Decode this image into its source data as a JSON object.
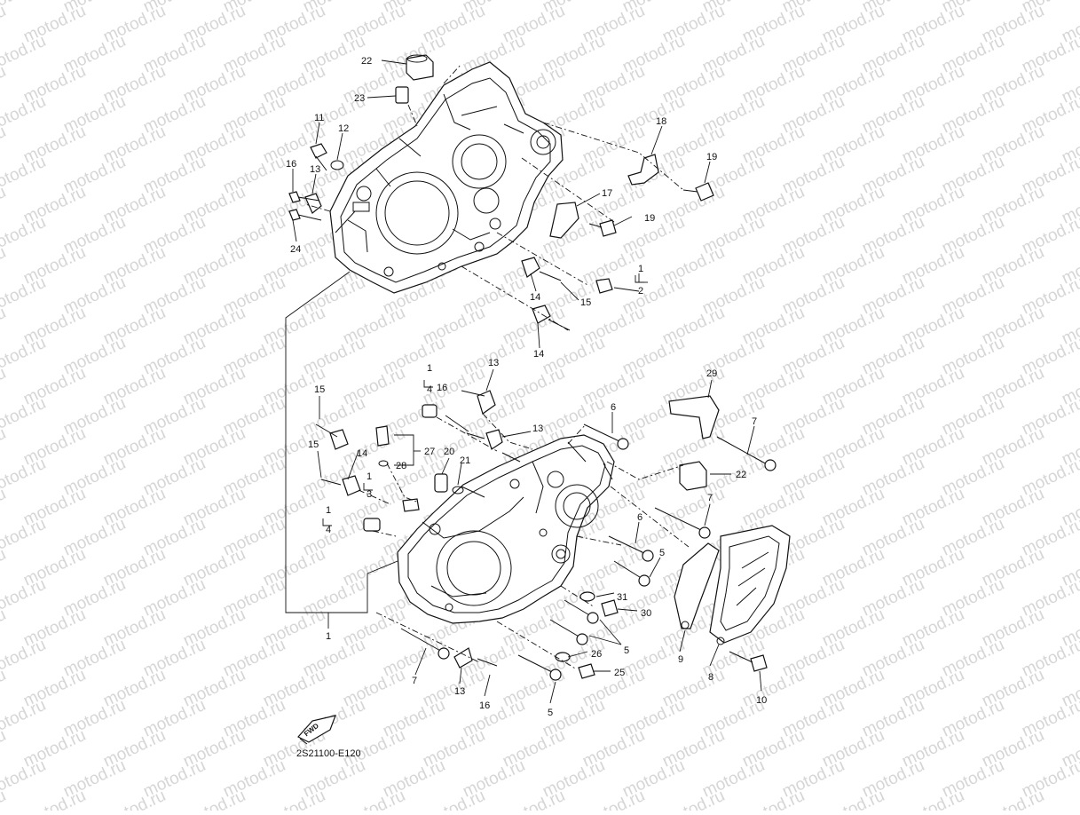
{
  "diagram": {
    "watermark_text": "motod.ru",
    "diagram_code": "2S21100-E120",
    "fwd_label": "FWD",
    "callouts": [
      {
        "id": "c22a",
        "text": "22"
      },
      {
        "id": "c23",
        "text": "23"
      },
      {
        "id": "c11",
        "text": "11"
      },
      {
        "id": "c12",
        "text": "12"
      },
      {
        "id": "c16a",
        "text": "16"
      },
      {
        "id": "c13a",
        "text": "13"
      },
      {
        "id": "c24",
        "text": "24"
      },
      {
        "id": "c18",
        "text": "18"
      },
      {
        "id": "c19a",
        "text": "19"
      },
      {
        "id": "c17",
        "text": "17"
      },
      {
        "id": "c19b",
        "text": "19"
      },
      {
        "id": "c1a",
        "text": "1"
      },
      {
        "id": "c2",
        "text": "2"
      },
      {
        "id": "c14a",
        "text": "14"
      },
      {
        "id": "c15a",
        "text": "15"
      },
      {
        "id": "c14b",
        "text": "14"
      },
      {
        "id": "c13b",
        "text": "13"
      },
      {
        "id": "c1b",
        "text": "1"
      },
      {
        "id": "c4a",
        "text": "4"
      },
      {
        "id": "c16b",
        "text": "16"
      },
      {
        "id": "c29",
        "text": "29"
      },
      {
        "id": "c6a",
        "text": "6"
      },
      {
        "id": "c13c",
        "text": "13"
      },
      {
        "id": "c15b",
        "text": "15"
      },
      {
        "id": "c7a",
        "text": "7"
      },
      {
        "id": "c15c",
        "text": "15"
      },
      {
        "id": "c27",
        "text": "27"
      },
      {
        "id": "c28",
        "text": "28"
      },
      {
        "id": "c20",
        "text": "20"
      },
      {
        "id": "c21",
        "text": "21"
      },
      {
        "id": "c14c",
        "text": "14"
      },
      {
        "id": "c22b",
        "text": "22"
      },
      {
        "id": "c1c",
        "text": "1"
      },
      {
        "id": "c3",
        "text": "3"
      },
      {
        "id": "c7b",
        "text": "7"
      },
      {
        "id": "c1d",
        "text": "1"
      },
      {
        "id": "c4b",
        "text": "4"
      },
      {
        "id": "c6b",
        "text": "6"
      },
      {
        "id": "c5a",
        "text": "5"
      },
      {
        "id": "c31",
        "text": "31"
      },
      {
        "id": "c30",
        "text": "30"
      },
      {
        "id": "c1e",
        "text": "1"
      },
      {
        "id": "c5b",
        "text": "5"
      },
      {
        "id": "c26",
        "text": "26"
      },
      {
        "id": "c9",
        "text": "9"
      },
      {
        "id": "c8",
        "text": "8"
      },
      {
        "id": "c25",
        "text": "25"
      },
      {
        "id": "c7c",
        "text": "7"
      },
      {
        "id": "c13d",
        "text": "13"
      },
      {
        "id": "c16c",
        "text": "16"
      },
      {
        "id": "c5c",
        "text": "5"
      },
      {
        "id": "c10",
        "text": "10"
      }
    ]
  }
}
